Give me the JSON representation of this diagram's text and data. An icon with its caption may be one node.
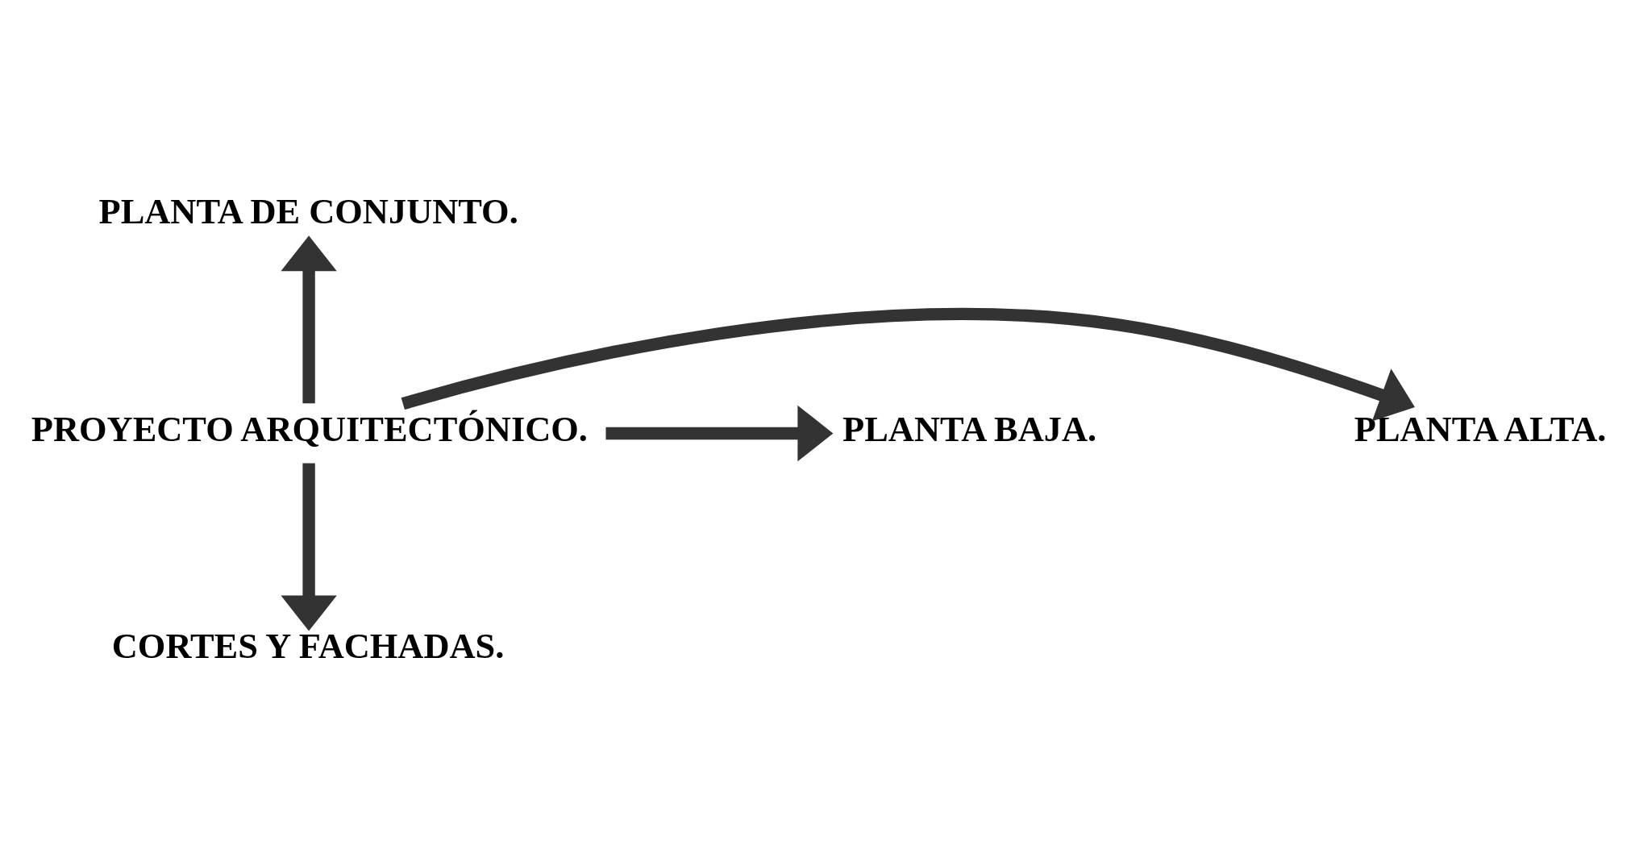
{
  "diagram": {
    "nodes": [
      {
        "text": [
          "PLANTA DE CONJUNTO."
        ]
      },
      {
        "text": [
          "PLANTA BAJA."
        ]
      },
      {
        "text": [
          "PROYECTO ARQUITECTÓNICO."
        ]
      },
      {
        "text": [
          "PLANTA ALTA."
        ]
      },
      {
        "text": [
          "CORTES Y FACHADAS."
        ]
      }
    ],
    "edges": [
      {
        "from": 2,
        "to": 0,
        "arrow": "to"
      },
      {
        "from": 2,
        "to": 1,
        "arrow": "to"
      },
      {
        "from": 2,
        "to": 3,
        "arrow": "to"
      },
      {
        "from": 2,
        "to": 4,
        "arrow": "to"
      }
    ]
  }
}
